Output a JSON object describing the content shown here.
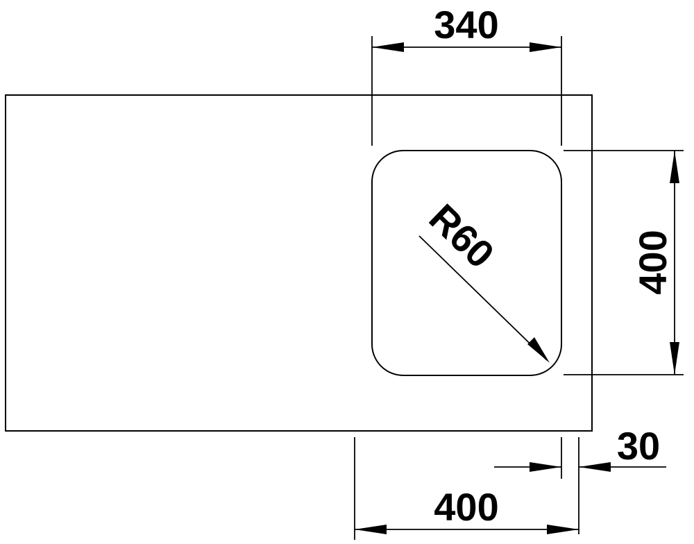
{
  "dimensions": {
    "sink_width": "340",
    "sink_depth": "400",
    "corner_radius": "R60",
    "right_offset": "30",
    "cabinet_width": "400"
  }
}
